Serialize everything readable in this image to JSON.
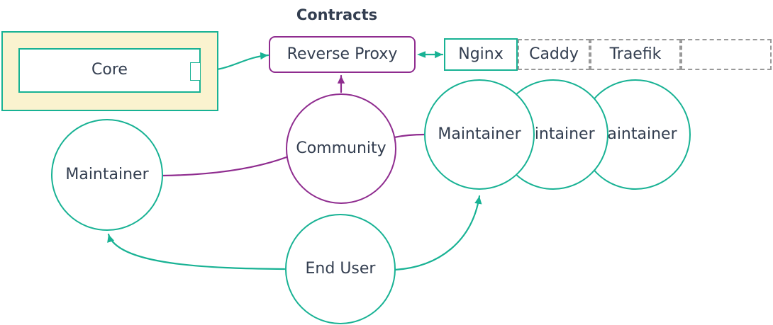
{
  "title": "Contracts",
  "colors": {
    "teal": "#18b294",
    "purple": "#8f2c8f",
    "ink": "#333e50",
    "yellow": "#faf3cf",
    "dotted": "#999999",
    "bg": "#ffffff"
  },
  "core": {
    "label": "Core"
  },
  "reverse_proxy": {
    "label": "Reverse Proxy"
  },
  "proxy_table": {
    "cells": [
      {
        "label": "Nginx",
        "border": "solid-teal"
      },
      {
        "label": "Caddy",
        "border": "dashed-gray"
      },
      {
        "label": "Traefik",
        "border": "dashed-gray"
      },
      {
        "label": "",
        "border": "dashed-gray"
      }
    ]
  },
  "community": {
    "label": "Community"
  },
  "maintainer_left": {
    "label": "Maintainer"
  },
  "maintainers_right": [
    {
      "label": "Maintainer"
    },
    {
      "label": "Maintainer"
    },
    {
      "label": "Maintainer"
    }
  ],
  "end_user": {
    "label": "End User"
  },
  "edges": [
    {
      "from": "Core",
      "to": "Reverse Proxy",
      "style": "arrow",
      "color": "teal"
    },
    {
      "from": "Reverse Proxy",
      "to": "Nginx",
      "style": "double-arrow",
      "color": "teal"
    },
    {
      "from": "Community",
      "to": "Reverse Proxy",
      "style": "arrow",
      "color": "purple"
    },
    {
      "from": "Community",
      "to": "Maintainer (left)",
      "style": "line",
      "color": "purple"
    },
    {
      "from": "Community",
      "to": "Maintainer (right)",
      "style": "line",
      "color": "purple"
    },
    {
      "from": "End User",
      "to": "Maintainer (left)",
      "style": "arrow",
      "color": "teal"
    },
    {
      "from": "End User",
      "to": "Maintainer (right)",
      "style": "arrow",
      "color": "teal"
    }
  ]
}
